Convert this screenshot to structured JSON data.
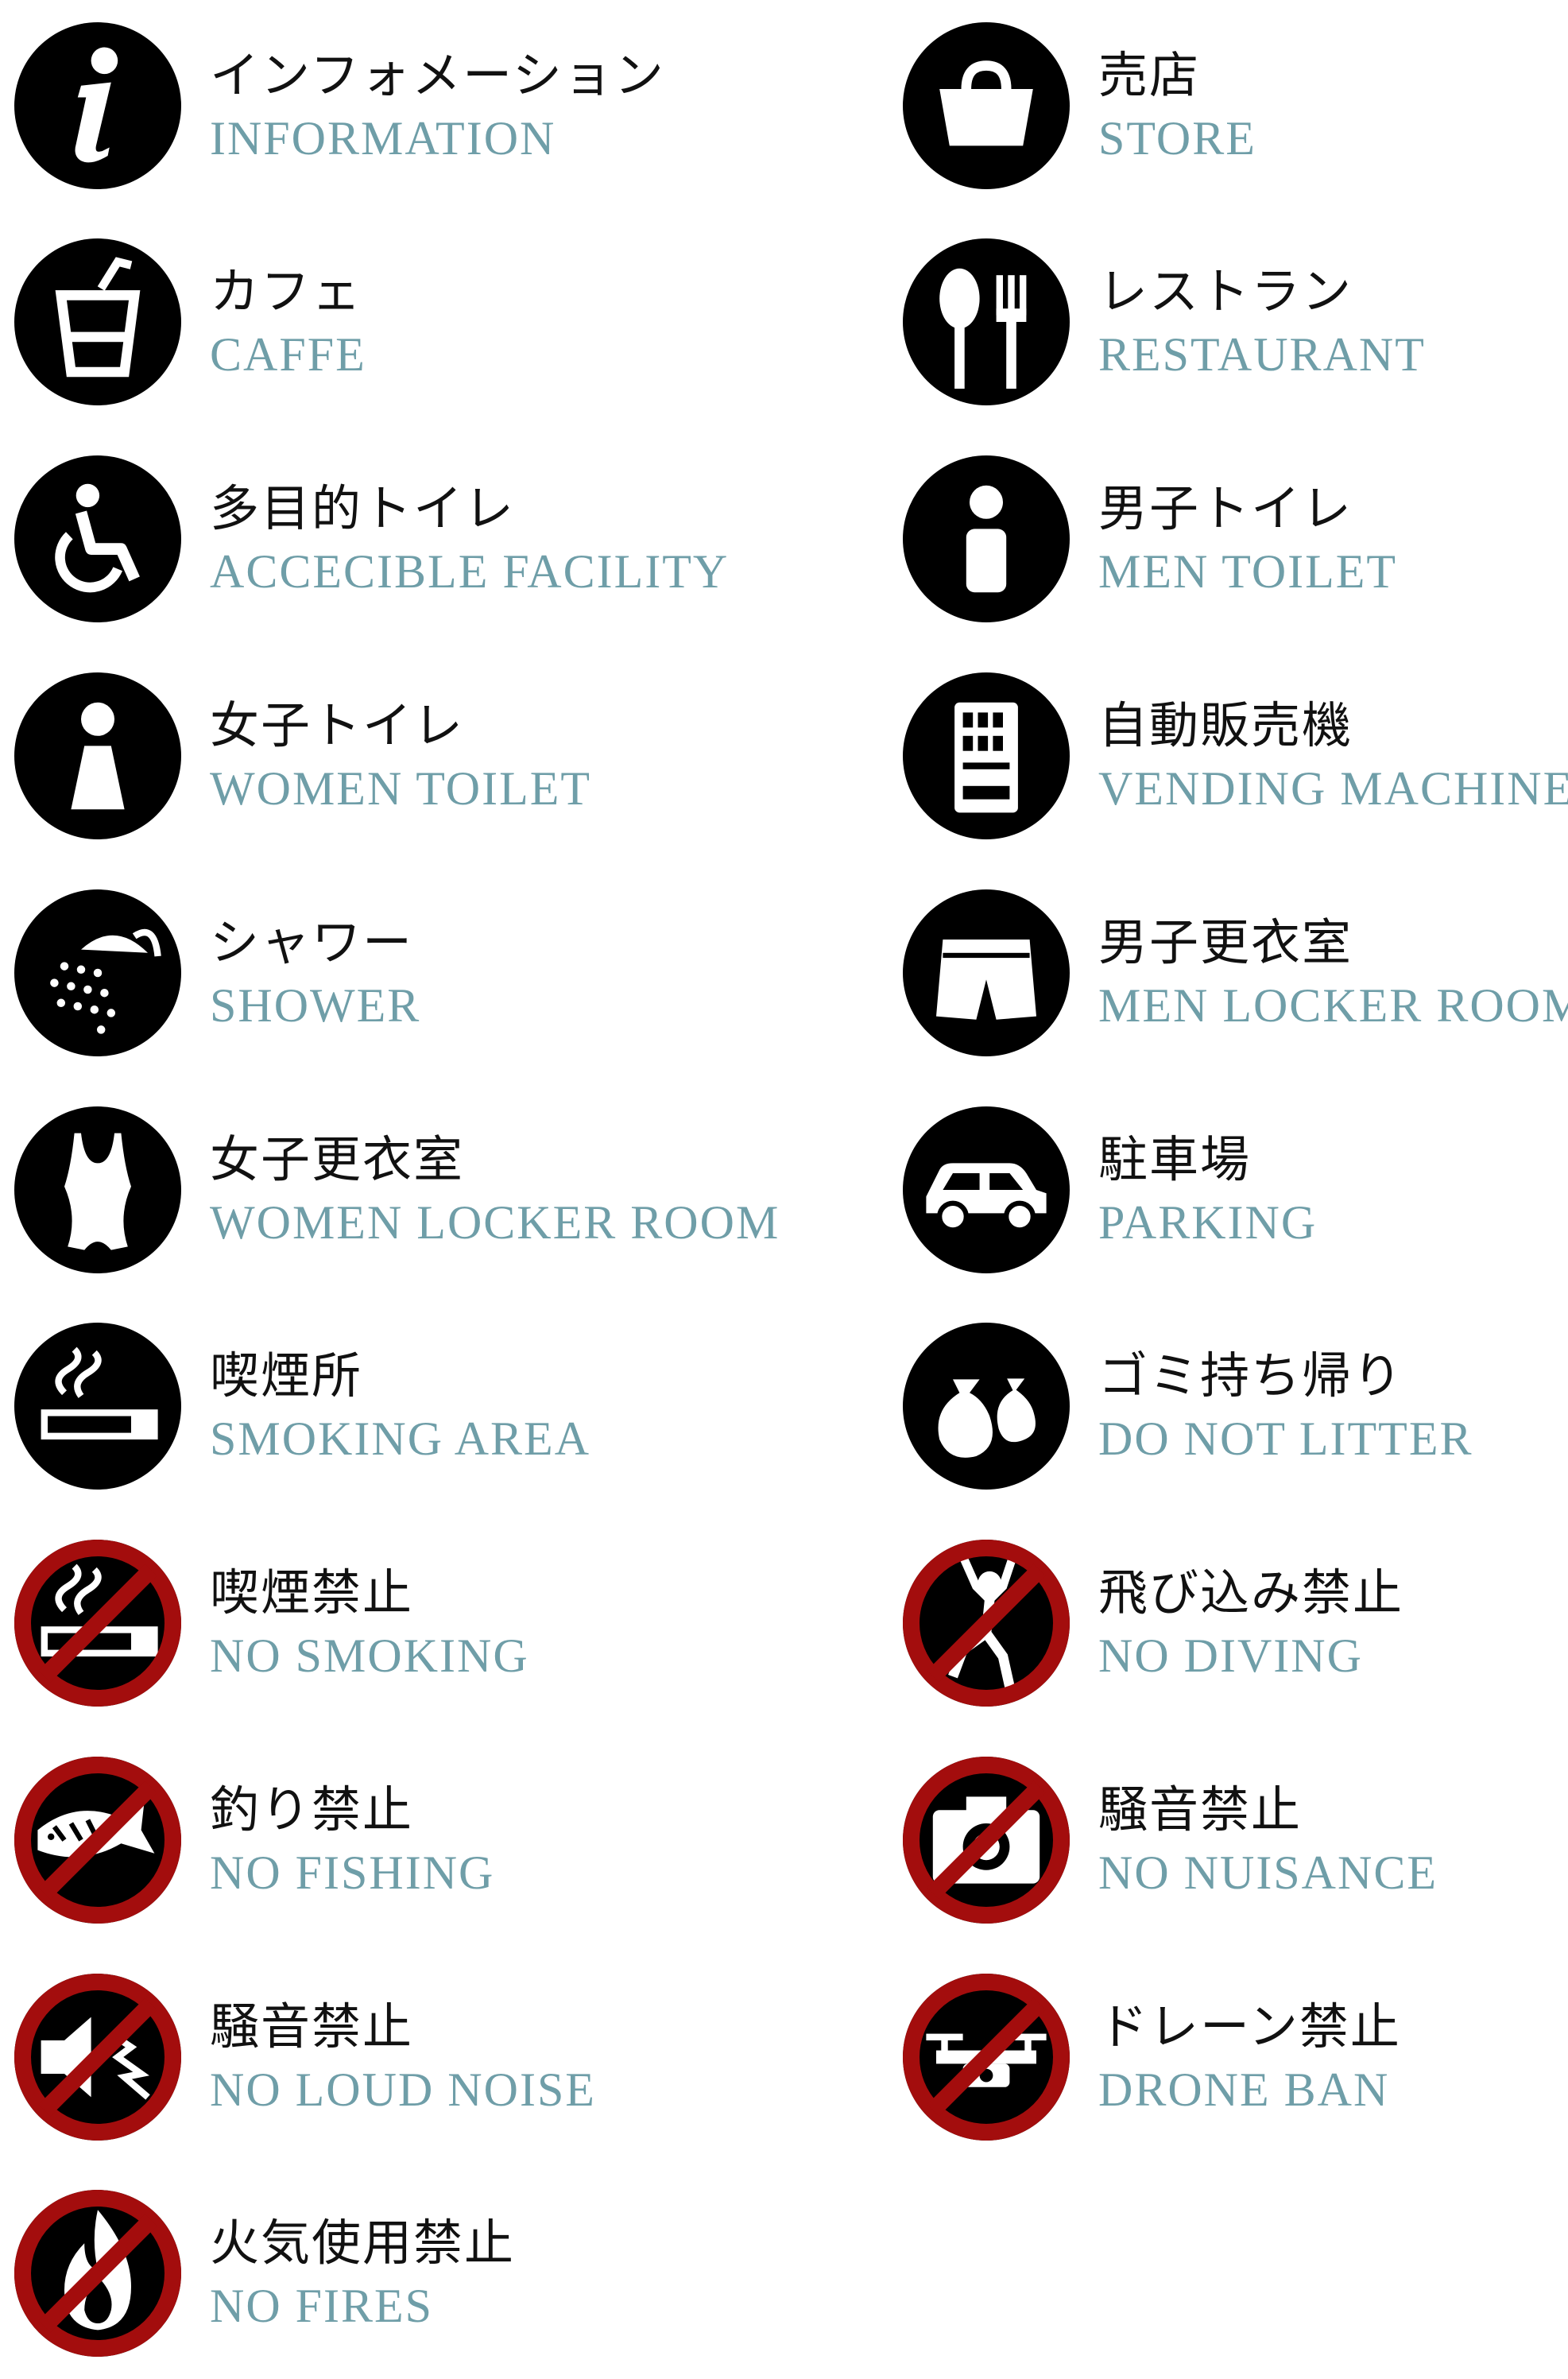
{
  "colors": {
    "icon_fill": "#000000",
    "icon_symbol": "#ffffff",
    "prohibition_ring": "#a30d0d",
    "english_text": "#6f9ea8",
    "japanese_text": "#111111"
  },
  "signs": [
    {
      "icon": "information-icon",
      "jp": "インフォメーション",
      "en": "INFORMATION",
      "prohibited": false
    },
    {
      "icon": "store-basket-icon",
      "jp": "売店",
      "en": "STORE",
      "prohibited": false
    },
    {
      "icon": "cafe-cup-icon",
      "jp": "カフェ",
      "en": "CAFFE",
      "prohibited": false
    },
    {
      "icon": "spoon-fork-icon",
      "jp": "レストラン",
      "en": "RESTAURANT",
      "prohibited": false
    },
    {
      "icon": "wheelchair-icon",
      "jp": "多目的トイレ",
      "en": "ACCECIBLE FACILITY",
      "prohibited": false
    },
    {
      "icon": "man-figure-icon",
      "jp": "男子トイレ",
      "en": "MEN TOILET",
      "prohibited": false
    },
    {
      "icon": "woman-figure-icon",
      "jp": "女子トイレ",
      "en": "WOMEN TOILET",
      "prohibited": false
    },
    {
      "icon": "vending-machine-icon",
      "jp": "自動販売機",
      "en": "VENDING MACHINE",
      "prohibited": false
    },
    {
      "icon": "shower-icon",
      "jp": "シャワー",
      "en": "SHOWER",
      "prohibited": false
    },
    {
      "icon": "swim-trunks-icon",
      "jp": "男子更衣室",
      "en": "MEN LOCKER ROOM",
      "prohibited": false
    },
    {
      "icon": "swimsuit-icon",
      "jp": "女子更衣室",
      "en": "WOMEN LOCKER ROOM",
      "prohibited": false
    },
    {
      "icon": "car-icon",
      "jp": "駐車場",
      "en": "PARKING",
      "prohibited": false
    },
    {
      "icon": "cigarette-icon",
      "jp": "喫煙所",
      "en": "SMOKING AREA",
      "prohibited": false
    },
    {
      "icon": "garbage-bags-icon",
      "jp": "ゴミ持ち帰り",
      "en": "DO NOT LITTER",
      "prohibited": false
    },
    {
      "icon": "no-smoking-icon",
      "jp": "喫煙禁止",
      "en": "NO SMOKING",
      "prohibited": true
    },
    {
      "icon": "no-diving-icon",
      "jp": "飛び込み禁止",
      "en": "NO DIVING",
      "prohibited": true
    },
    {
      "icon": "no-fishing-icon",
      "jp": "釣り禁止",
      "en": "NO FISHING",
      "prohibited": true
    },
    {
      "icon": "no-camera-icon",
      "jp": "騒音禁止",
      "en": "NO NUISANCE",
      "prohibited": true
    },
    {
      "icon": "no-loud-noise-icon",
      "jp": "騒音禁止",
      "en": "NO LOUD NOISE",
      "prohibited": true
    },
    {
      "icon": "no-drone-icon",
      "jp": "ドレーン禁止",
      "en": "DRONE BAN",
      "prohibited": true
    },
    {
      "icon": "no-fire-icon",
      "jp": "火気使用禁止",
      "en": "NO FIRES",
      "prohibited": true
    }
  ]
}
